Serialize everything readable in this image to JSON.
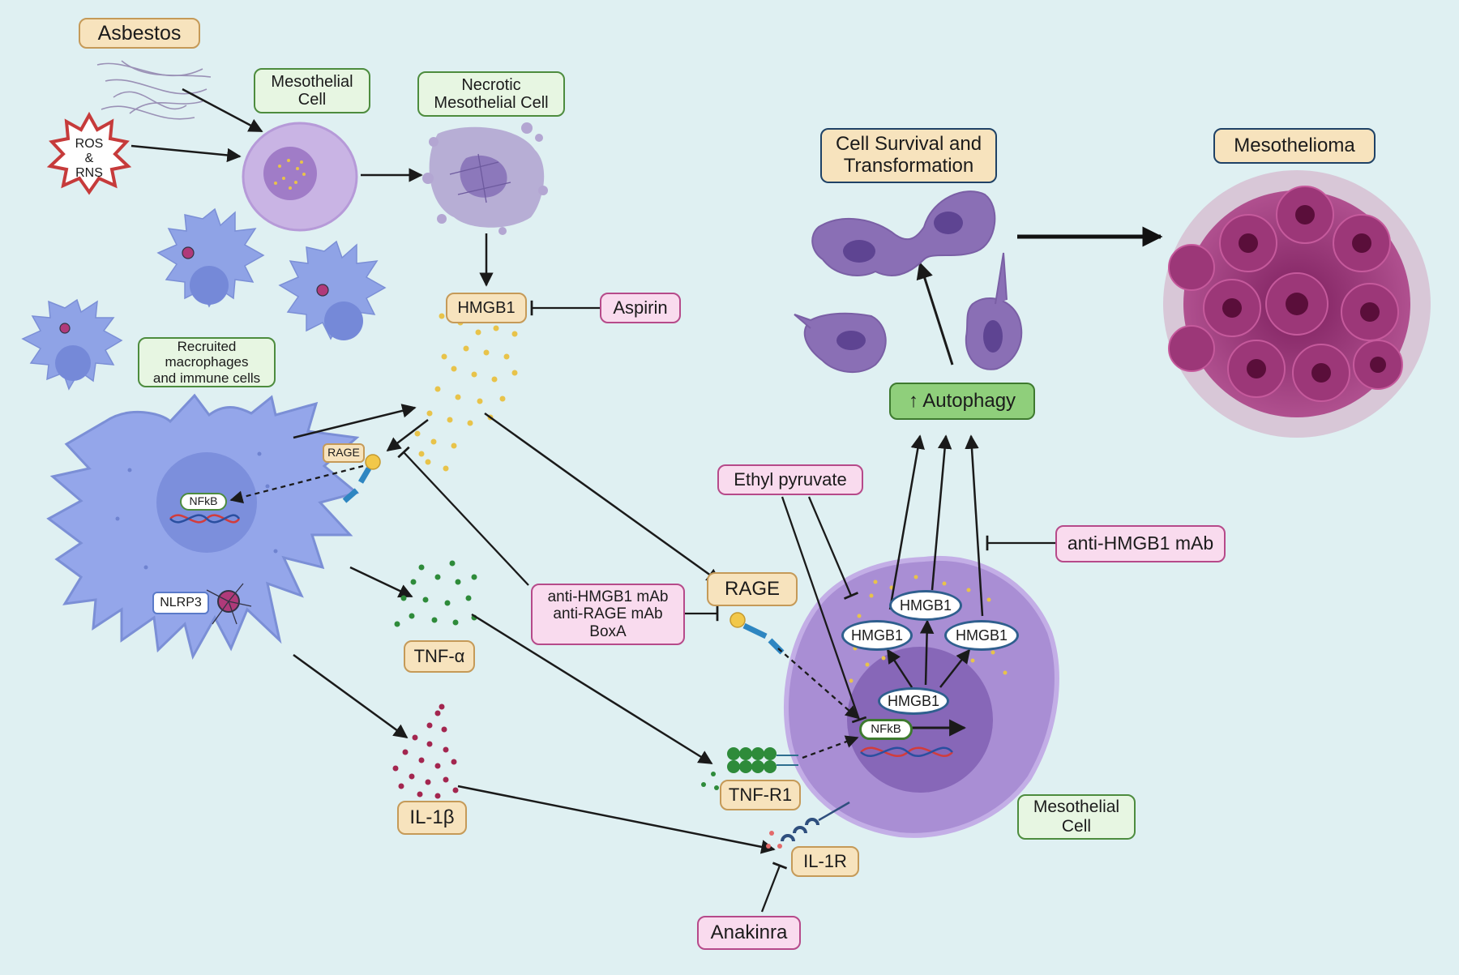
{
  "labels": {
    "asbestos": "Asbestos",
    "ros_rns": "ROS\n&\nRNS",
    "mesothelial_cell_top": "Mesothelial\nCell",
    "necrotic_cell": "Necrotic\nMesothelial Cell",
    "hmgb1": "HMGB1",
    "aspirin": "Aspirin",
    "recruited": "Recruited\nmacrophages\nand immune cells",
    "rage_small": "RAGE",
    "nfkb_macrophage": "NFkB",
    "nlrp3": "NLRP3",
    "tnf_alpha": "TNF-α",
    "il1b": "IL-1β",
    "inhibitors": "anti-HMGB1 mAb\nanti-RAGE mAb\nBoxA",
    "rage": "RAGE",
    "tnf_r1": "TNF-R1",
    "il1r": "IL-1R",
    "anakinra": "Anakinra",
    "ethyl_pyruvate": "Ethyl pyruvate",
    "anti_hmgb1": "anti-HMGB1 mAb",
    "autophagy": "↑  Autophagy",
    "cell_survival": "Cell Survival and\nTransformation",
    "mesothelioma": "Mesothelioma",
    "mesothelial_cell_bottom": "Mesothelial\nCell",
    "hmgb1_oval_left": "HMGB1",
    "hmgb1_oval_top": "HMGB1",
    "hmgb1_oval_right": "HMGB1",
    "hmgb1_oval_nucleus": "HMGB1",
    "nfkb_mesothelial": "NFkB"
  },
  "colors": {
    "background": "#dff0f2",
    "macrophage": "#8fa3e6",
    "mesothelial_cell": "#b39ad8",
    "necrotic": "#a899c9",
    "transformed_cells": "#8a6fb5",
    "tumor": "#8e2f6f",
    "hmgb1_dots": "#e8c34a",
    "tnf_dots": "#2e8b3a",
    "il1b_dots": "#a3264f",
    "cytokine_label": "#f7e3bd",
    "cell_label": "#e7f6e2",
    "drug_label": "#f9dbee",
    "autophagy_label": "#8fcf7b"
  }
}
